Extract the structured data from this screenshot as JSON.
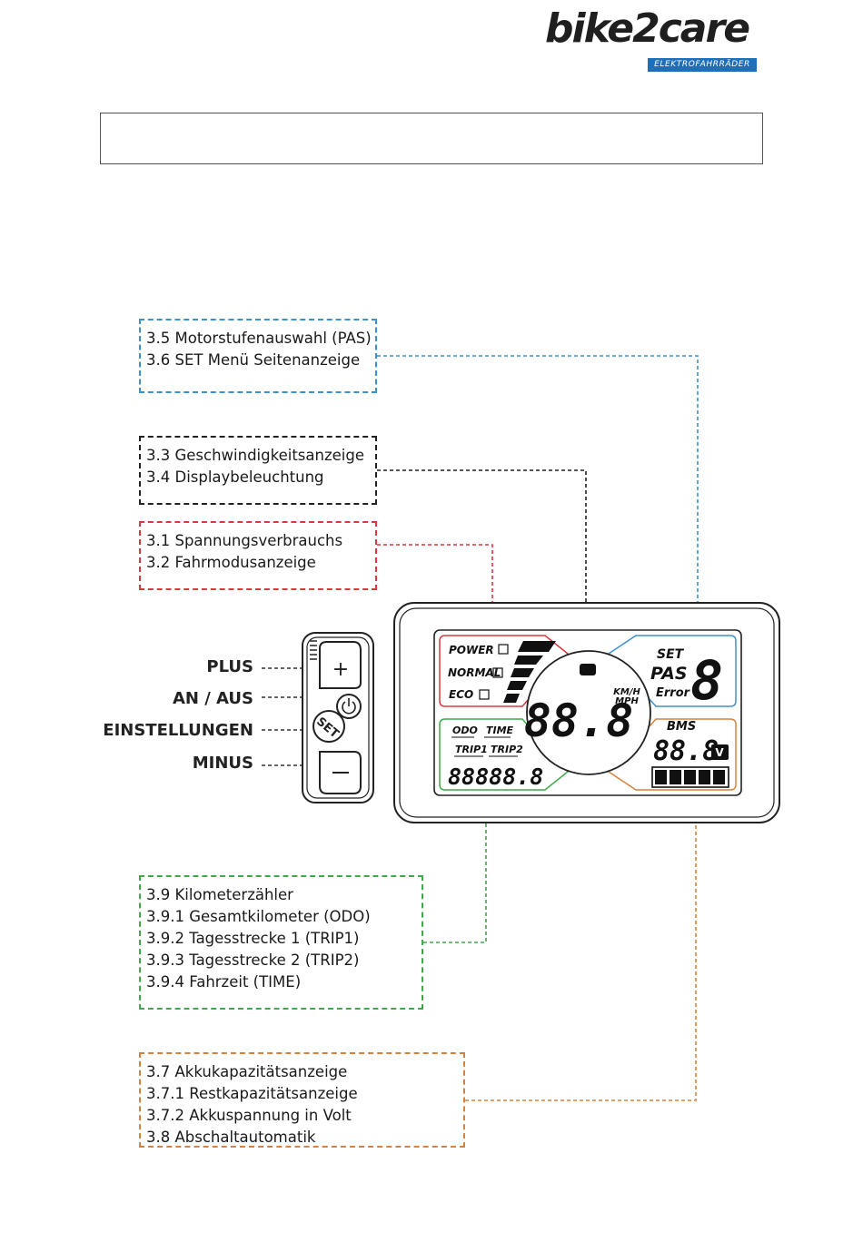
{
  "logo": {
    "wordmark": "bike2care",
    "tagline": "ELEKTROFAHRRÄDER"
  },
  "title_box": {
    "text": ""
  },
  "callouts": {
    "blue": {
      "lines": [
        "3.5 Motorstufenauswahl (PAS)",
        "3.6 SET Menü Seitenanzeige"
      ],
      "color": "#3d8fcf"
    },
    "black": {
      "lines": [
        "3.3 Geschwindigkeitsanzeige",
        "3.4 Displaybeleuchtung"
      ],
      "color": "#222222"
    },
    "red": {
      "lines": [
        "3.1 Spannungsverbrauchs",
        "3.2 Fahrmodusanzeige"
      ],
      "color": "#d9383f"
    },
    "green": {
      "lines": [
        "3.9 Kilometerzähler",
        "3.9.1 Gesamtkilometer (ODO)",
        "3.9.2 Tagesstrecke 1 (TRIP1)",
        "3.9.3 Tagesstrecke 2 (TRIP2)",
        "3.9.4 Fahrzeit (TIME)"
      ],
      "color": "#3fa94a"
    },
    "orange": {
      "lines": [
        "3.7 Akkukapazitätsanzeige",
        "3.7.1 Restkapazitätsanzeige",
        "3.7.2 Akkuspannung in Volt",
        "3.8 Abschaltautomatik"
      ],
      "color": "#d9813a"
    }
  },
  "buttons": {
    "plus": "PLUS",
    "on_off": "AN / AUS",
    "settings": "EINSTELLUNGEN",
    "minus": "MINUS",
    "set_key": "SET"
  },
  "display": {
    "modes": [
      "POWER",
      "NORMAL",
      "ECO"
    ],
    "speed": "88.8",
    "speed_units": [
      "KM/H",
      "MPH"
    ],
    "set": "SET",
    "pas": "PAS",
    "pas_digit": "8",
    "error": "Error",
    "odo": "ODO",
    "time": "TIME",
    "trip1": "TRIP1",
    "trip2": "TRIP2",
    "odometer": "88888.8",
    "bms": "BMS",
    "voltage": "88.8",
    "volt_unit": "V"
  }
}
